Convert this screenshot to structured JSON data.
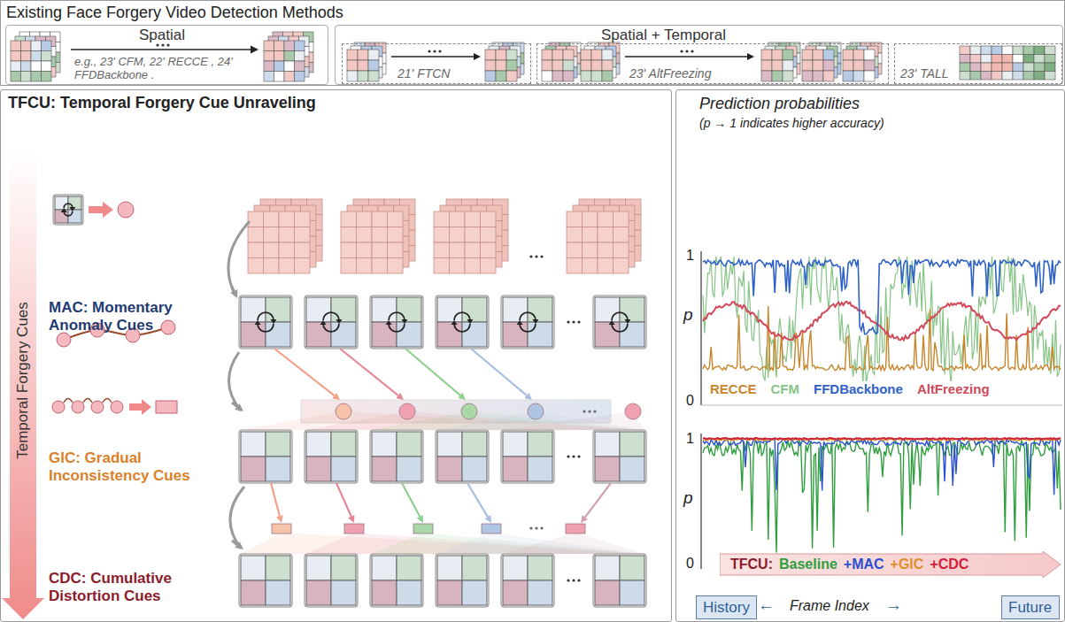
{
  "diagram": {
    "nodes": [
      {
        "text": [
          "Existing Face Forgery Video Detection Methods"
        ]
      },
      {
        "text": [
          "Spatial",
          "e.g., 23' CFM, 22' RECCE , 24' FFDBackbone ."
        ],
        "in": 0
      },
      {
        "text": [
          "Spatial + Temporal"
        ],
        "in": 0
      },
      {
        "text": [
          "21' FTCN"
        ],
        "in": 2
      },
      {
        "text": [
          "23' AltFreezing"
        ],
        "in": 2
      },
      {
        "text": [
          "23' TALL"
        ],
        "in": 2
      },
      {
        "text": [
          "TFCU: Temporal Forgery Cue Unraveling"
        ]
      },
      {
        "text": [
          "Prediction probabilities",
          "(p → 1 indicates higher accuracy)"
        ]
      },
      {
        "text": [
          "TFCU:",
          "Baseline",
          "+MAC",
          "+GIC",
          "+CDC"
        ],
        "in": 7
      },
      {
        "text": [
          "History"
        ],
        "in": 7
      },
      {
        "text": [
          "Future"
        ],
        "in": 7
      }
    ],
    "labels": [
      "Temporal Forgery Cues",
      "MAC: Momentary Anomaly Cues",
      "GIC: Gradual Inconsistency Cues",
      "CDC: Cumulative Distortion Cues",
      "p",
      "1",
      "0",
      "p",
      "1",
      "0",
      "←",
      "Frame Index",
      "→"
    ],
    "legend": [
      {
        "text": "RECCE",
        "color": "#c8862c"
      },
      {
        "text": "CFM",
        "color": "#86c486"
      },
      {
        "text": "FFDBackbone",
        "color": "#2f62c8"
      },
      {
        "text": "AltFreezing",
        "color": "#d04a5a"
      }
    ]
  }
}
